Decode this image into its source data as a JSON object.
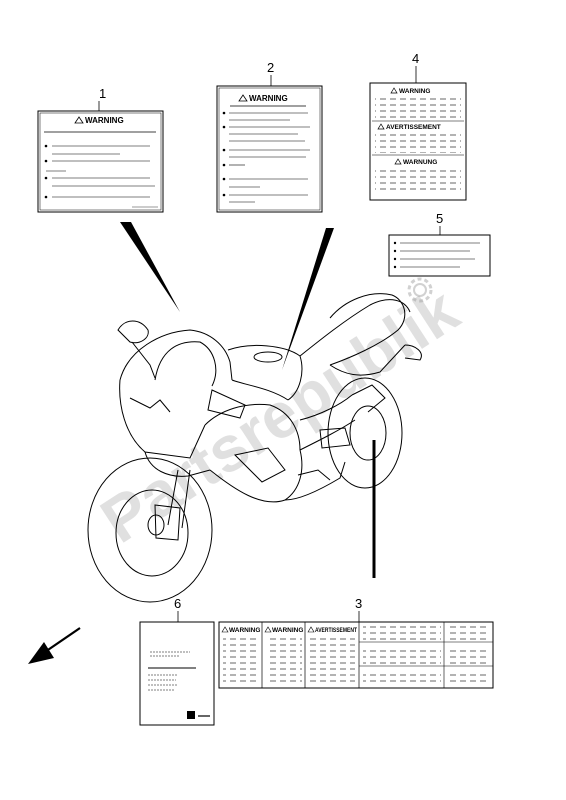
{
  "watermark": "Partsrepublik",
  "callouts": [
    "1",
    "2",
    "3",
    "4",
    "5",
    "6"
  ],
  "label_text": {
    "warning": "WARNING",
    "avertissement": "AVERTISSEMENT",
    "warnung": "WARNUNG"
  },
  "icons": {
    "watermark_logo": "gear-icon",
    "direction": "front-arrow-icon",
    "hazard": "warning-triangle-icon"
  },
  "colors": {
    "line": "#000000",
    "watermark": "#c8c8c8"
  }
}
